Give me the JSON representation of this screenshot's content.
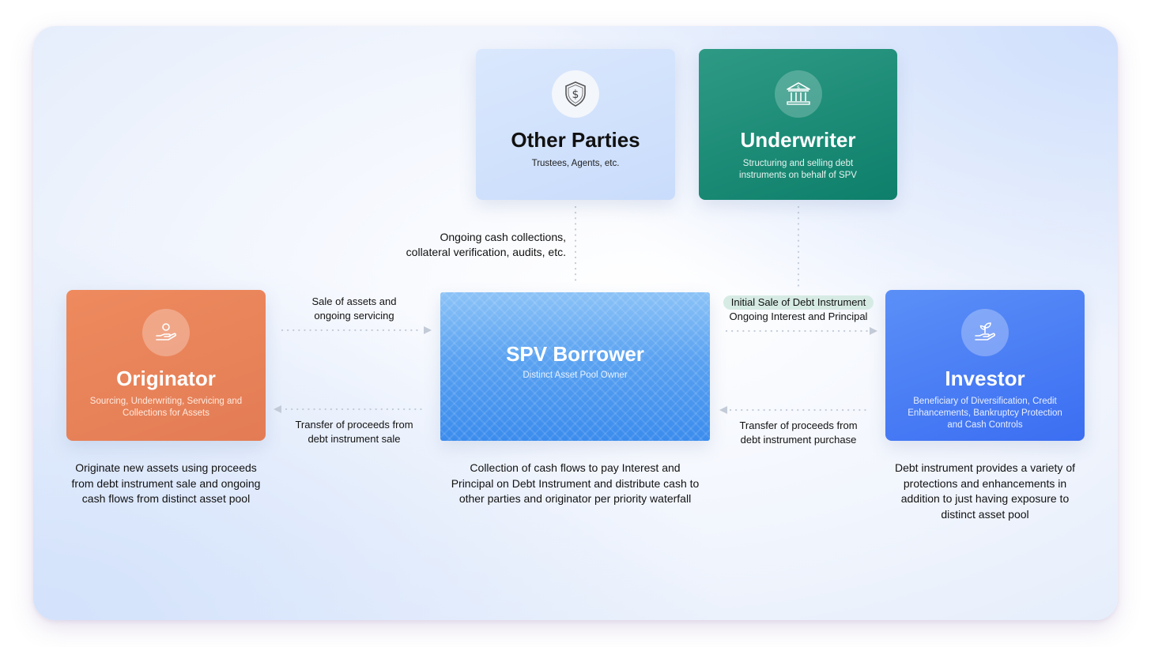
{
  "nodes": {
    "other_parties": {
      "title": "Other Parties",
      "subtitle": "Trustees, Agents, etc.",
      "icon": "shield-dollar-icon",
      "color": "#d3e3fc"
    },
    "underwriter": {
      "title": "Underwriter",
      "subtitle_lines": [
        "Structuring and selling debt",
        "instruments on behalf of SPV"
      ],
      "icon": "bank-icon",
      "color": "#17876f"
    },
    "originator": {
      "title": "Originator",
      "subtitle_lines": [
        "Sourcing, Underwriting, Servicing and",
        "Collections for Assets"
      ],
      "icon": "hand-coin-icon",
      "color": "#e8835a"
    },
    "spv": {
      "title": "SPV Borrower",
      "subtitle": "Distinct Asset Pool Owner",
      "color": "#5aa2f1"
    },
    "investor": {
      "title": "Investor",
      "subtitle_lines": [
        "Beneficiary of Diversification, Credit",
        "Enhancements, Bankruptcy Protection",
        "and Cash Controls"
      ],
      "icon": "hand-plant-icon",
      "color": "#4a7ef4"
    }
  },
  "edge_labels": {
    "other_to_spv": [
      "Ongoing cash collections,",
      "collateral verification, audits, etc."
    ],
    "originator_to_spv": [
      "Sale of assets and",
      "ongoing servicing"
    ],
    "spv_to_originator": [
      "Transfer of proceeds from",
      "debt instrument sale"
    ],
    "spv_to_investor": [
      "Initial Sale of Debt Instrument",
      "Ongoing Interest and Principal"
    ],
    "investor_to_spv": [
      "Transfer of proceeds from",
      "debt instrument purchase"
    ]
  },
  "descriptions": {
    "originator": [
      "Originate new assets using proceeds",
      "from debt instrument sale and ongoing",
      "cash flows from distinct asset pool"
    ],
    "spv": [
      "Collection of cash flows to pay Interest and",
      "Principal on Debt Instrument and distribute cash to",
      "other parties and originator per priority waterfall"
    ],
    "investor": [
      "Debt instrument provides a variety of",
      "protections and enhancements in",
      "addition to just having exposure to",
      "distinct asset pool"
    ]
  }
}
